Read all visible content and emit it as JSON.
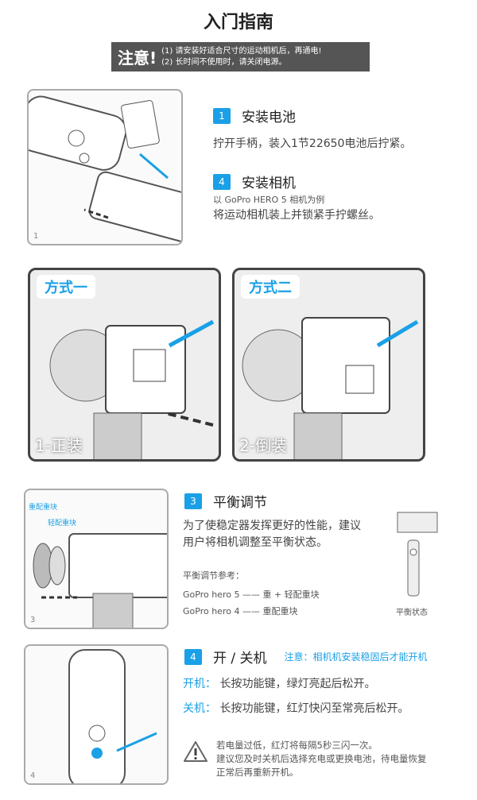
{
  "title": "入门指南",
  "notice": {
    "label": "注意!",
    "lines": [
      "(1) 请安装好适合尺寸的运动相机后，再通电!",
      "(2) 长时间不使用时，请关闭电源。"
    ]
  },
  "step1": {
    "badge": "1",
    "heading": "安装电池",
    "text": "拧开手柄，装入1节22650电池后拧紧。",
    "image_num": "1"
  },
  "step_camera": {
    "badge": "4",
    "heading": "安装相机",
    "sub": "以 GoPro HERO 5 相机为例",
    "text": "将运动相机装上并锁紧手拧螺丝。"
  },
  "modes": [
    {
      "label": "方式一",
      "caption": "1-正装"
    },
    {
      "label": "方式二",
      "caption": "2-倒装"
    }
  ],
  "step3": {
    "badge": "3",
    "heading": "平衡调节",
    "text1": "为了使稳定器发挥更好的性能，建议",
    "text2": "用户将相机调整至平衡状态。",
    "ref_label": "平衡调节参考：",
    "refs": [
      "GoPro hero 5 —— 重 + 轻配重块",
      "GoPro hero 4 —— 重配重块"
    ],
    "balance_caption": "平衡状态",
    "img_labels": [
      "重配重块",
      "轻配重块"
    ],
    "image_num": "3"
  },
  "step4": {
    "badge": "4",
    "heading": "开 / 关机",
    "note": "注意：相机机安装稳固后才能开机",
    "on_label": "开机：",
    "on_text": "长按功能键，绿灯亮起后松开。",
    "off_label": "关机：",
    "off_text": "长按功能键，红灯快闪至常亮后松开。",
    "warn": [
      "若电量过低，红灯将每隔5秒三闪一次。",
      "建议您及时关机后选择充电或更换电池，待电量恢复",
      "正常后再重新开机。"
    ],
    "image_num": "4"
  }
}
